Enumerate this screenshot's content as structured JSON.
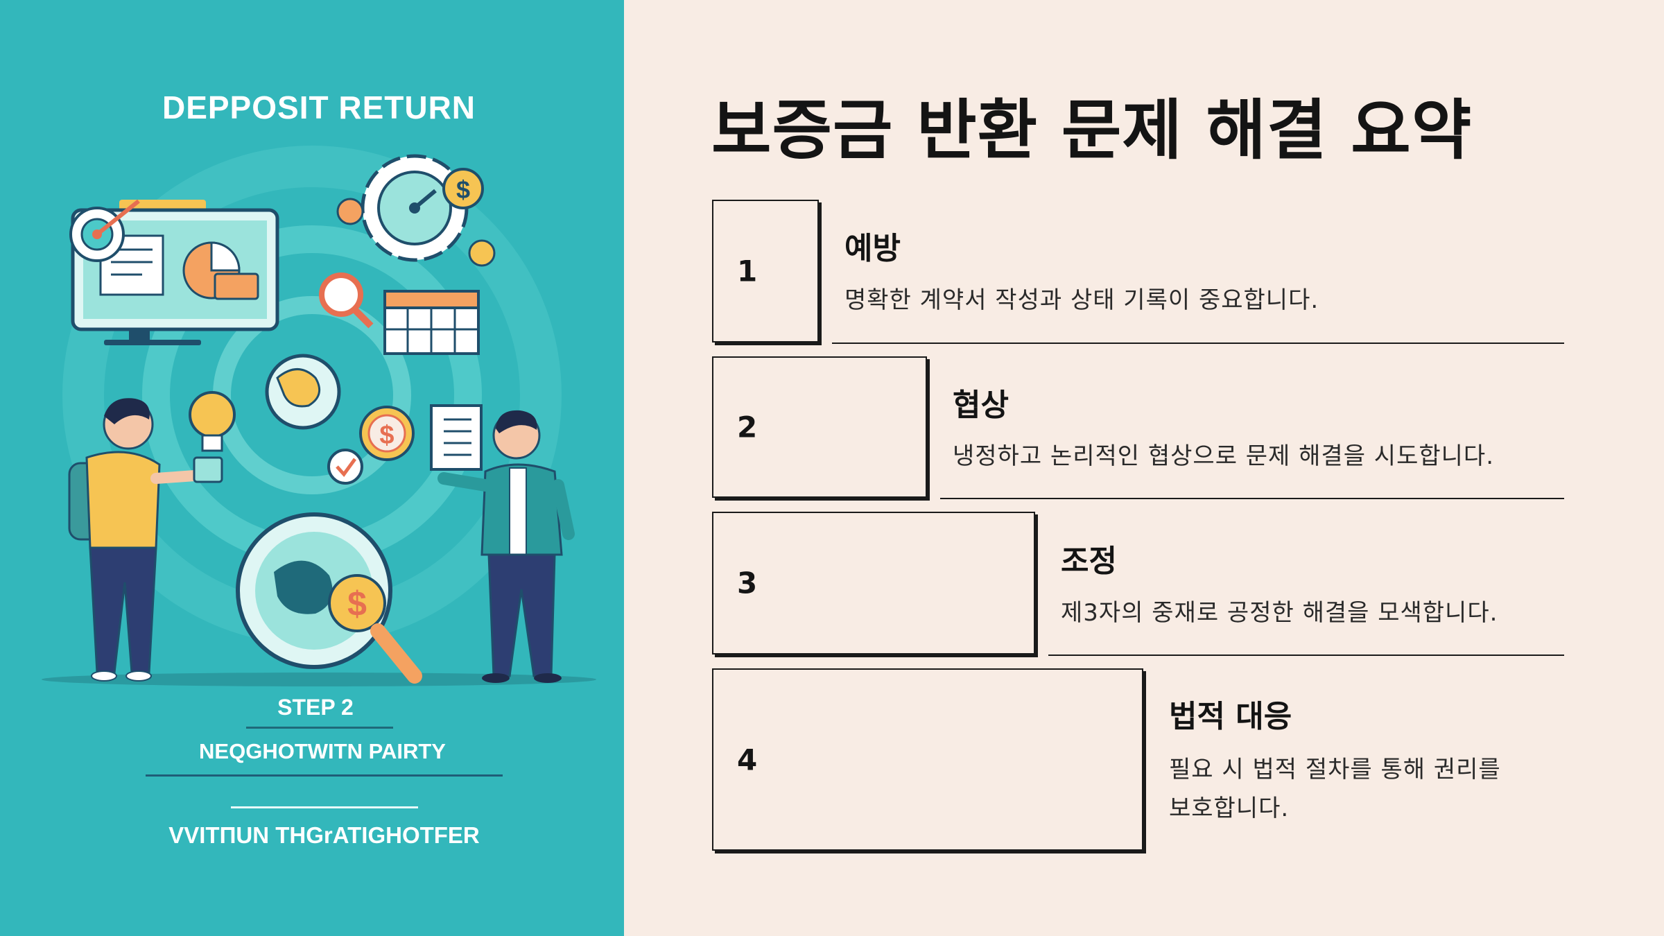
{
  "poster": {
    "title": "DEPPOSIT RETURN",
    "step_label": "STEP 2",
    "step_name": "NEQGHOTWITN PAIRTY",
    "footer": "VVITΠUN THGrATIGHOTFER"
  },
  "summary": {
    "title": "보증금 반환 문제 해결 요약",
    "steps": [
      {
        "number": "1",
        "heading": "예방",
        "description": "명확한 계약서 작성과 상태 기록이 중요합니다."
      },
      {
        "number": "2",
        "heading": "협상",
        "description": "냉정하고 논리적인 협상으로 문제 해결을 시도합니다."
      },
      {
        "number": "3",
        "heading": "조정",
        "description": "제3자의 중재로 공정한 해결을 모색합니다."
      },
      {
        "number": "4",
        "heading": "법적 대응",
        "description_line1": "필요 시 법적 절차를 통해 권리를",
        "description_line2": "보호합니다."
      }
    ]
  },
  "colors": {
    "left_background": "#33b7bb",
    "right_background": "#f8ece4",
    "text_dark": "#141414",
    "accent_orange": "#f4a261",
    "accent_yellow": "#f6c453"
  },
  "icons": [
    "target-icon",
    "monitor-icon",
    "gear-icon",
    "dollar-coin-icon",
    "magnifier-icon",
    "calendar-icon",
    "globe-icon",
    "lightbulb-icon",
    "checklist-icon",
    "check-badge-icon",
    "document-icon"
  ]
}
